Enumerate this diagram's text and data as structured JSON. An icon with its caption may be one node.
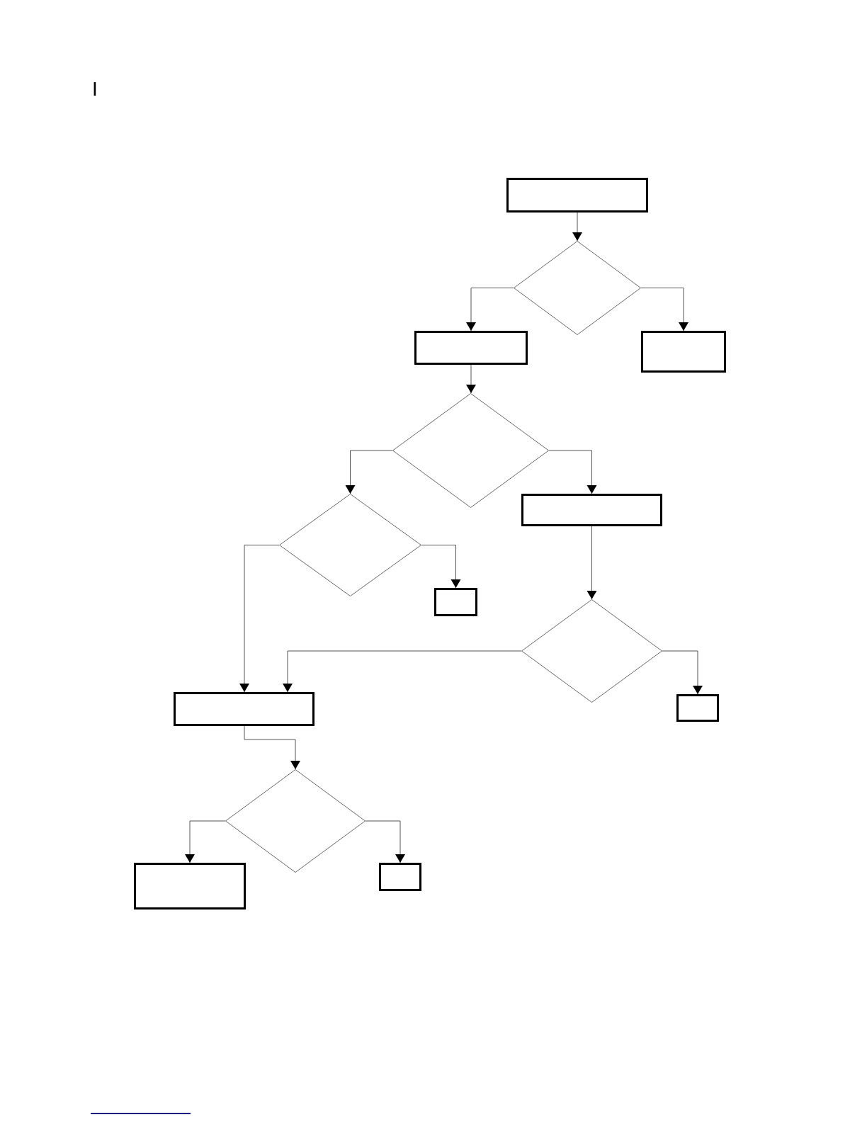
{
  "diagram": {
    "nodes": [
      {
        "text": [],
        "shape": "box"
      },
      {
        "text": [],
        "shape": "diamond"
      },
      {
        "text": [],
        "shape": "box"
      },
      {
        "text": [],
        "shape": "box"
      },
      {
        "text": [],
        "shape": "diamond"
      },
      {
        "text": [],
        "shape": "diamond"
      },
      {
        "text": [],
        "shape": "box"
      },
      {
        "text": [],
        "shape": "box"
      },
      {
        "text": [],
        "shape": "diamond"
      },
      {
        "text": [],
        "shape": "box"
      },
      {
        "text": [],
        "shape": "box"
      },
      {
        "text": [],
        "shape": "diamond"
      },
      {
        "text": [],
        "shape": "box"
      },
      {
        "text": [],
        "shape": "box"
      }
    ],
    "edges": [
      {
        "from": 0,
        "to": 1,
        "arrow": "to"
      },
      {
        "from": 1,
        "to": 2,
        "arrow": "to"
      },
      {
        "from": 1,
        "to": 3,
        "arrow": "to"
      },
      {
        "from": 2,
        "to": 4,
        "arrow": "to"
      },
      {
        "from": 4,
        "to": 5,
        "arrow": "to"
      },
      {
        "from": 4,
        "to": 6,
        "arrow": "to"
      },
      {
        "from": 5,
        "to": 10,
        "arrow": "to"
      },
      {
        "from": 5,
        "to": 7,
        "arrow": "to"
      },
      {
        "from": 6,
        "to": 8,
        "arrow": "to"
      },
      {
        "from": 8,
        "to": 10,
        "arrow": "to"
      },
      {
        "from": 8,
        "to": 9,
        "arrow": "to"
      },
      {
        "from": 10,
        "to": 11,
        "arrow": "to"
      },
      {
        "from": 11,
        "to": 12,
        "arrow": "to"
      },
      {
        "from": 11,
        "to": 13,
        "arrow": "to"
      }
    ],
    "labels": [
      "I"
    ]
  }
}
